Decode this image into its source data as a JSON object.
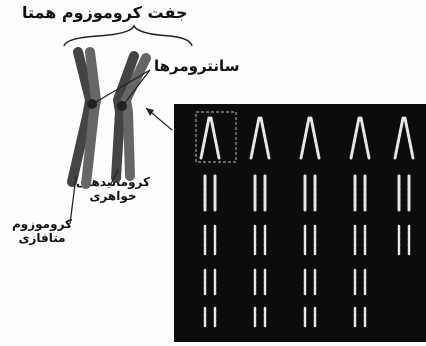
{
  "labels": {
    "title": "جفت کروموزوم همتا",
    "centromeres": "سانترومرها",
    "sister_chromatids": [
      "کروماتیدهای",
      "خواهری"
    ],
    "metaphase_chromosome": [
      "کروموزوم",
      "متافازی"
    ]
  },
  "colors": {
    "karyotype_bg": "#0c0c0c",
    "chromosome": "#e6e6e6",
    "line": "#222222"
  }
}
